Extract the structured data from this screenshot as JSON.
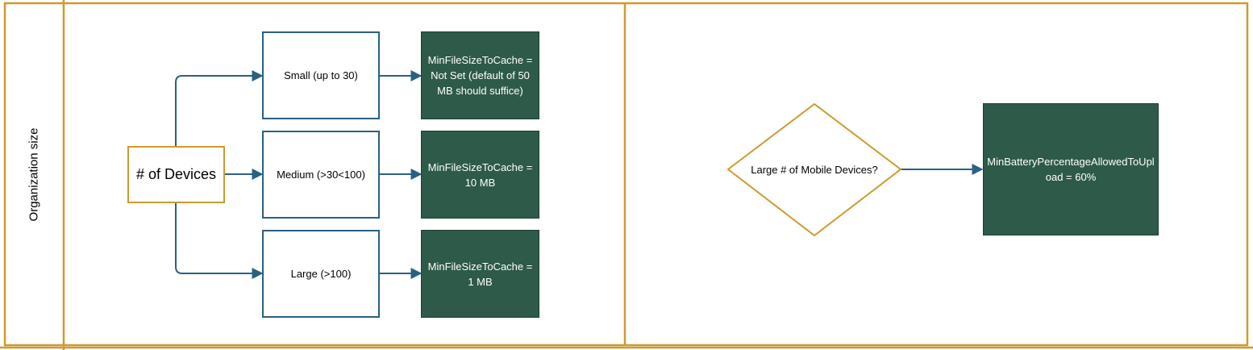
{
  "lane": {
    "label": "Organization size"
  },
  "root": {
    "label": "# of Devices"
  },
  "branches": [
    {
      "size_label": "Small (up to 30)",
      "setting": "MinFileSizeToCache = Not Set (default of 50 MB should suffice)"
    },
    {
      "size_label": "Medium (>30<100)",
      "setting": "MinFileSizeToCache = 10 MB"
    },
    {
      "size_label": "Large (>100)",
      "setting": "MinFileSizeToCache = 1 MB"
    }
  ],
  "decision": {
    "label": "Large # of Mobile Devices?"
  },
  "result": {
    "label": "MinBatteryPercentageAllowedToUpload = 60%"
  },
  "colors": {
    "lane_border": "#cf9a2e",
    "connector": "#2a6183",
    "setting_fill": "#2e5a49"
  }
}
